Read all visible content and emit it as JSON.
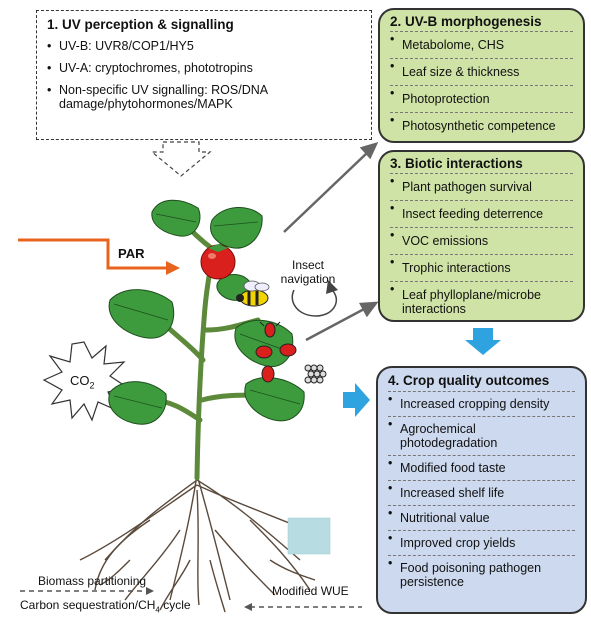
{
  "box1": {
    "title": "1. UV perception & signalling",
    "items": [
      "UV-B: UVR8/COP1/HY5",
      "UV-A: cryptochromes, phototropins",
      "Non-specific UV signalling: ROS/DNA damage/phytohormones/MAPK"
    ]
  },
  "box2": {
    "title": "2. UV-B morphogenesis",
    "items": [
      "Metabolome, CHS",
      "Leaf size & thickness",
      "Photoprotection",
      "Photosynthetic competence"
    ]
  },
  "box3": {
    "title": "3. Biotic interactions",
    "items": [
      "Plant pathogen survival",
      "Insect feeding deterrence",
      "VOC emissions",
      "Trophic interactions",
      "Leaf phylloplane/microbe interactions"
    ]
  },
  "box4": {
    "title": "4. Crop quality outcomes",
    "items": [
      "Increased cropping density",
      "Agrochemical photodegradation",
      "Modified food taste",
      "Increased shelf life",
      "Nutritional value",
      "Improved crop yields",
      "Food poisoning pathogen persistence"
    ]
  },
  "labels": {
    "par": "PAR",
    "insect_navigation": "Insect navigation",
    "co2": "CO",
    "co2_sub": "2",
    "biomass": "Biomass partitioning",
    "carbon": "Carbon sequestration/CH",
    "carbon_sub": "4",
    "carbon_tail": " cycle",
    "wue": "Modified WUE"
  },
  "colors": {
    "green_box": "#cfe3a6",
    "blue_box": "#cdd9ee",
    "leaf": "#3d9b3d",
    "tomato": "#d9201c",
    "par_arrow": "#e8641e",
    "sun": "#f5c400",
    "blue_arrow": "#2ea3e0"
  }
}
